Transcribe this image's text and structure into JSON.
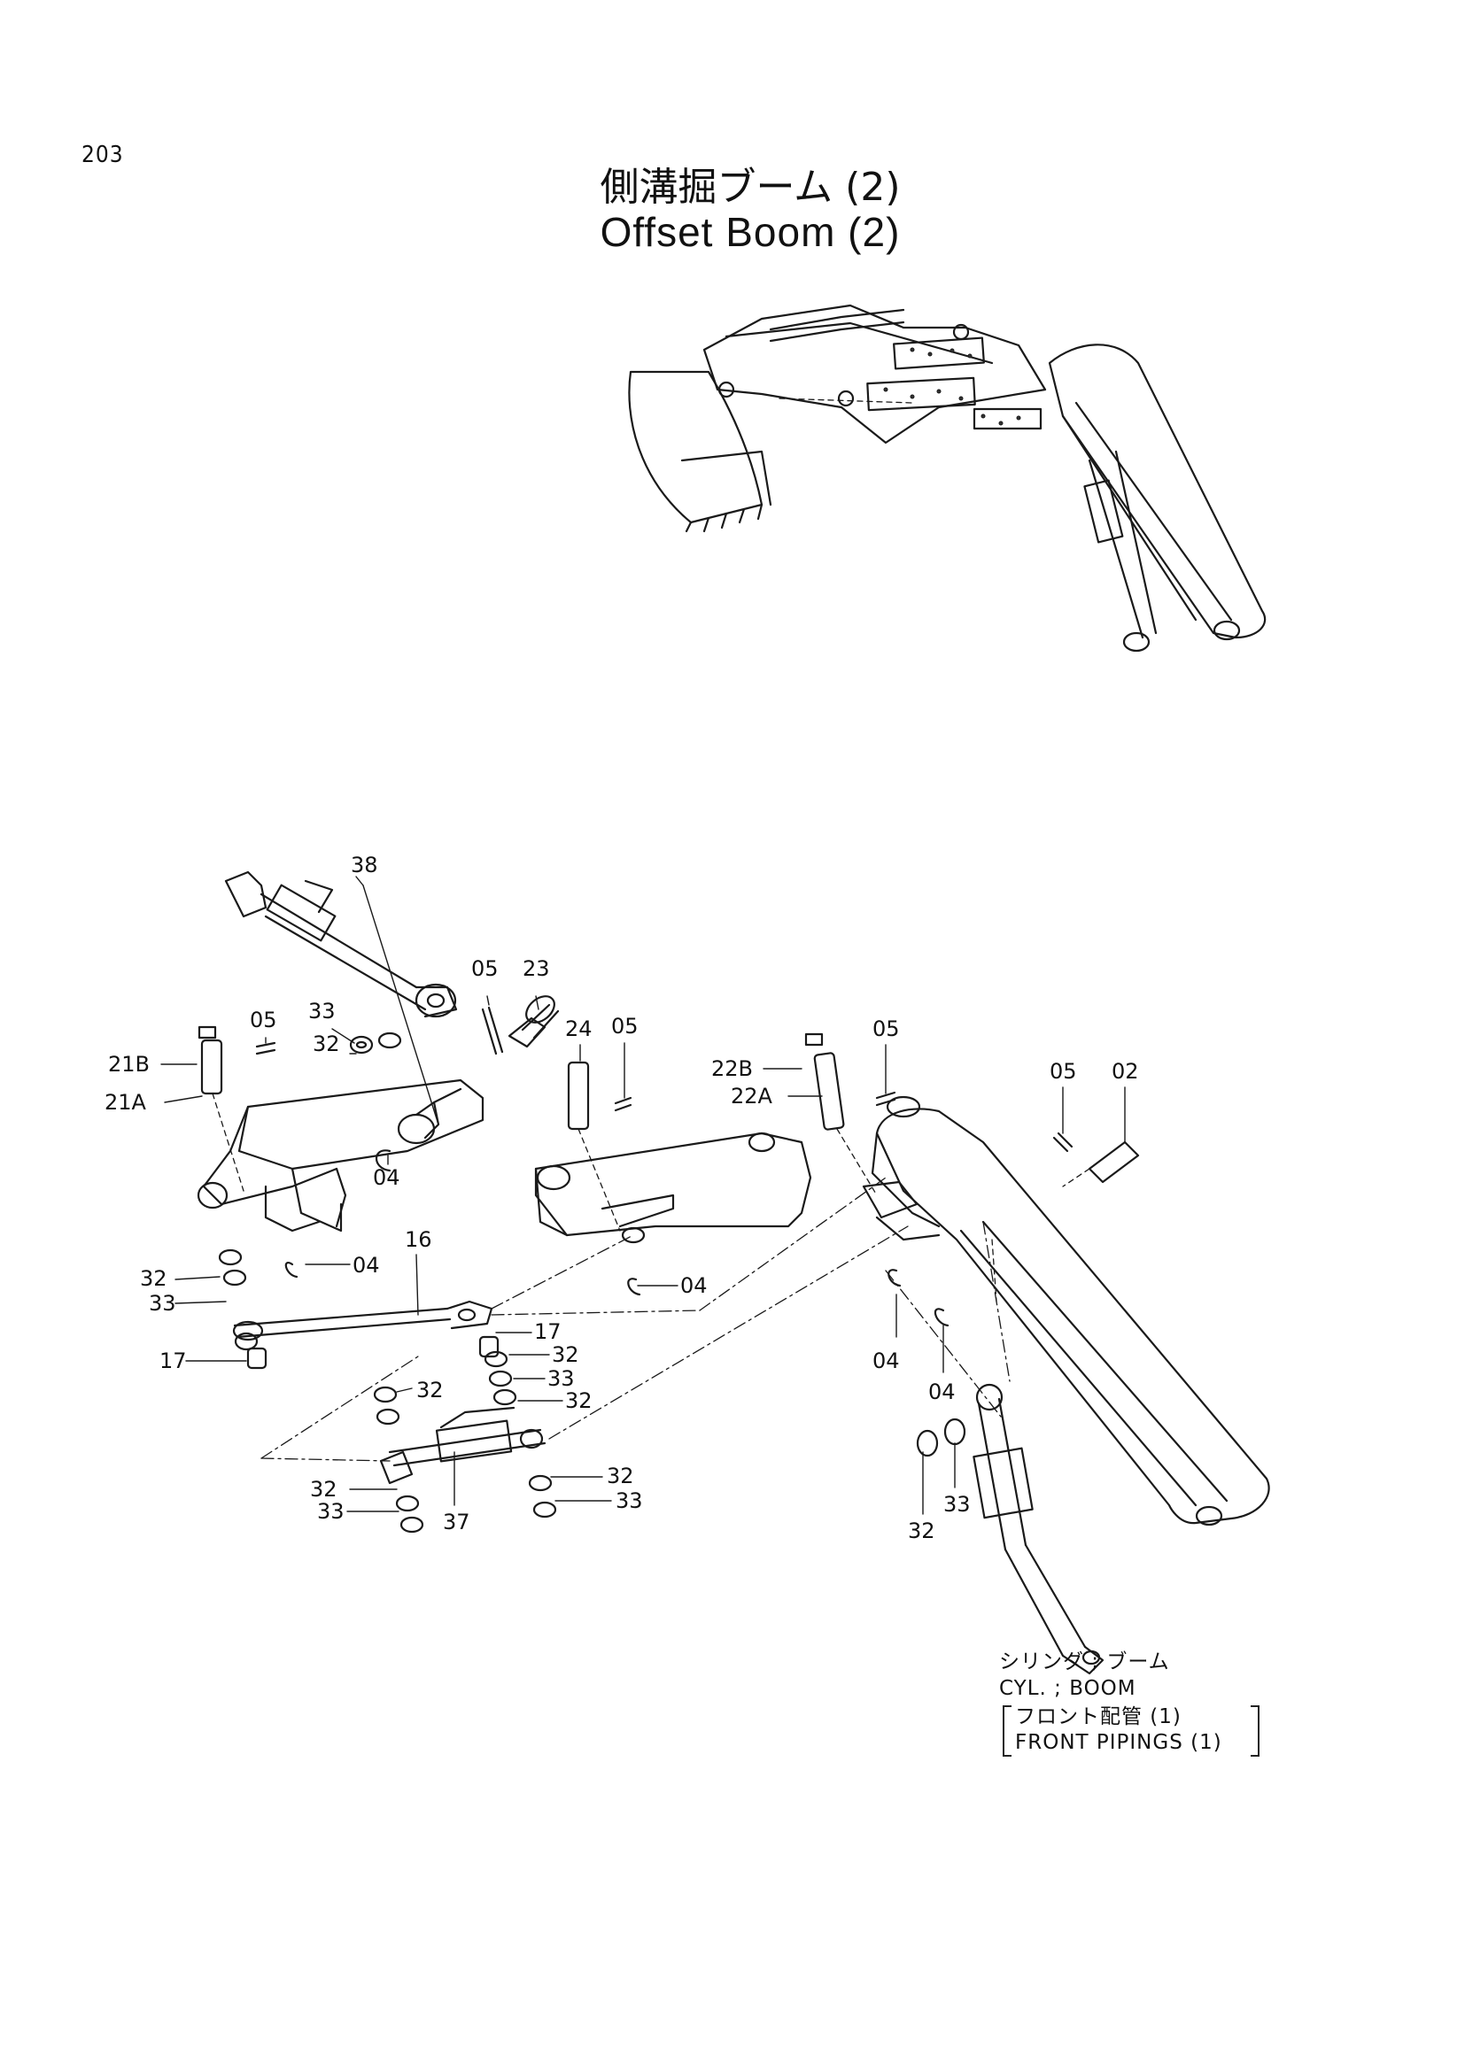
{
  "page_number": "203",
  "title": {
    "jp": "側溝掘ブーム (2)",
    "en": "Offset Boom (2)"
  },
  "callouts": {
    "c38": "38",
    "c33a": "33",
    "c32a": "32",
    "c05a": "05",
    "c23": "23",
    "c21B": "21B",
    "c05b": "05",
    "c21A": "21A",
    "c04a": "04",
    "c24": "24",
    "c05c": "05",
    "c22B": "22B",
    "c05d": "05",
    "c22A": "22A",
    "c05e": "05",
    "c02": "02",
    "c04b": "04",
    "c16": "16",
    "c04c": "04",
    "c32b": "32",
    "c33b": "33",
    "c17a": "17",
    "c17b": "17",
    "c32c": "32",
    "c33c": "33",
    "c32d": "32",
    "c32e": "32",
    "c04d": "04",
    "c04e": "04",
    "c32f": "32",
    "c33d": "33",
    "c37": "37",
    "c32g": "32",
    "c33e": "33",
    "c32h": "32",
    "c33f": "33"
  },
  "notes": {
    "cyl_jp": "シリンダ ; ブーム",
    "cyl_en": "CYL. ; BOOM",
    "pipe_jp": "フロント配管 (1)",
    "pipe_en": "FRONT PIPINGS (1)"
  }
}
